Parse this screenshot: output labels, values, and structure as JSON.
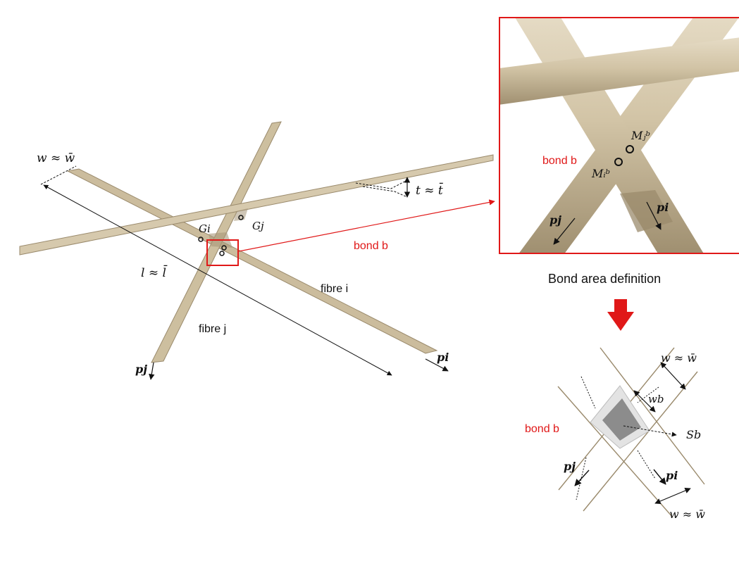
{
  "colors": {
    "fibre_fill": "#cfc1a3",
    "fibre_edge": "#9a8a6c",
    "fibre_shadow": "#a89878",
    "inset_border": "#e01818",
    "label_red": "#e01818",
    "text_black": "#111111",
    "bond_square": "#8c8c8c",
    "bond_area": "#e3e3e3",
    "big_arrow": "#e01818"
  },
  "main": {
    "w_label": "w ≈ w̄",
    "t_label": "t ≈ t̄",
    "l_label": "l ≈ l̄",
    "Gi": "Gi",
    "Gj": "Gj",
    "bond_label": "bond b",
    "fibre_i": "fibre i",
    "fibre_j": "fibre j",
    "pi": "pi",
    "pj": "pj"
  },
  "inset": {
    "bond_label": "bond b",
    "Mi": "Mᵢᵇ",
    "Mj": "Mⱼᵇ",
    "pi": "pi",
    "pj": "pj",
    "caption": "Bond area definition"
  },
  "schematic": {
    "bond_label": "bond b",
    "w_top": "w ≈ w̄",
    "w_bottom": "w ≈ w̄",
    "wb": "wb",
    "Sb": "Sb",
    "pi": "pi",
    "pj": "pj"
  }
}
